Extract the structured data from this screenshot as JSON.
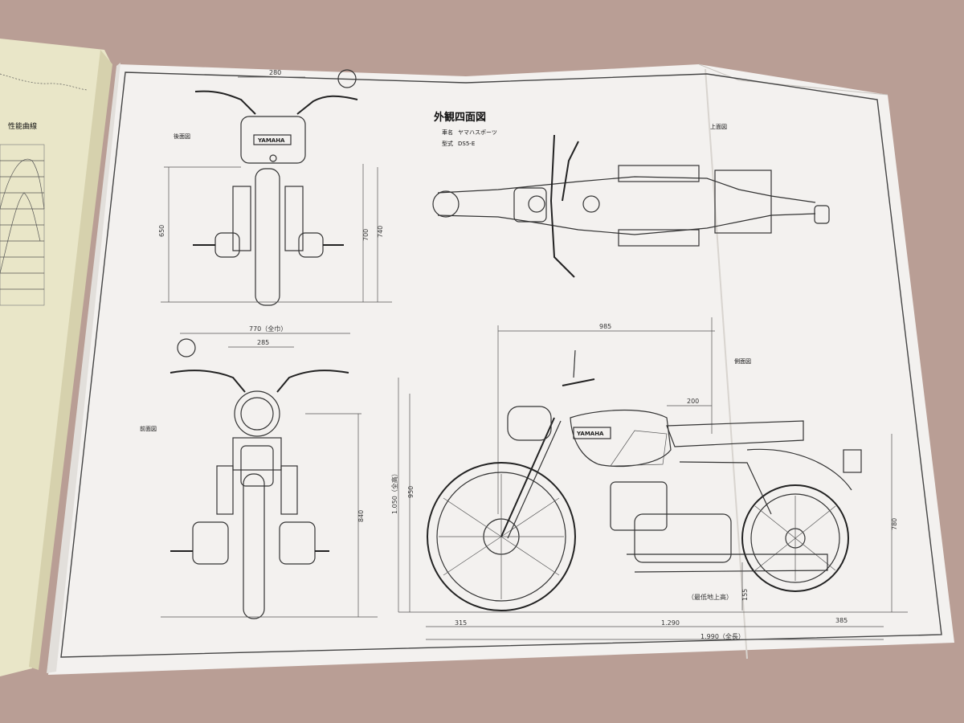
{
  "sheet": {
    "title": "外観四面図",
    "name_label": "車名",
    "name_value": "ヤマハスポーツ",
    "model_label": "型式",
    "model_value": "DS5-E"
  },
  "views": {
    "rear": "後面図",
    "top": "上面図",
    "front": "前面図",
    "side": "側面図"
  },
  "brand": "YAMAHA",
  "dimensions": {
    "rear_width": "280",
    "rear_h1": "650",
    "rear_h2": "700",
    "rear_h3": "740",
    "front_total_width": "770（全巾）",
    "front_handle_width": "285",
    "front_height": "840",
    "top_length": "985",
    "seat_offset": "200",
    "overall_height": "1.050（全高）",
    "h950": "950",
    "h780": "780",
    "ground_clearance": "155",
    "ground_clearance_label": "（最低地上高）",
    "front_overhang": "315",
    "wheelbase": "1.290",
    "rear_overhang": "385",
    "overall_length": "1.990（全長）"
  },
  "left_page": {
    "heading": "性能曲線"
  }
}
